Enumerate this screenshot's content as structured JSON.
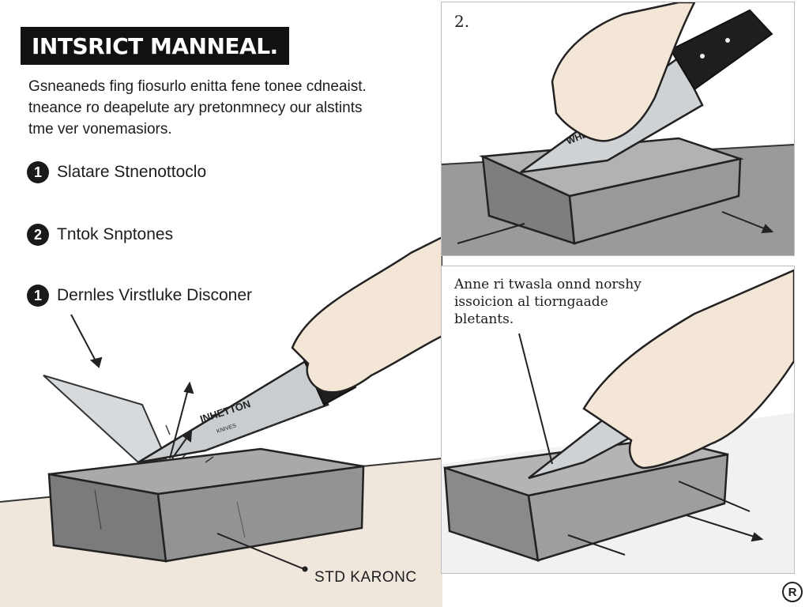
{
  "header": {
    "title": "INTSRICT MANNEAL."
  },
  "intro": {
    "lines": [
      "Gsneaneds fing fiosurlo enitta fene  tonee cdneaist.",
      "tneance ro deapelute ary pretonmnecy our alstints",
      "tme ver vonemasiors."
    ]
  },
  "steps": [
    {
      "number": "1",
      "label": "Slatare Stnenottoclo"
    },
    {
      "number": "2",
      "label": "Tntok Snptones"
    },
    {
      "number": "1",
      "label": "Dernles Virstluke Disconer"
    }
  ],
  "panels": {
    "top": {
      "number": "2.",
      "blade_brand": "WHETTON"
    },
    "bottom": {
      "caption": [
        "Anne ri twasla onnd norshy",
        "issoicion al tiorngaade",
        "bletants."
      ]
    }
  },
  "main": {
    "blade_brand": "INHETTON",
    "blade_sub": "KNIVES",
    "stone_label": "STD KARONC"
  },
  "corner_mark": "R",
  "colors": {
    "ink": "#1d1d1d",
    "title_bg": "#111111",
    "stone_dark": "#6f6f6f",
    "stone_light": "#a9a9a9",
    "blade": "#c9cdd0",
    "handle": "#1e1e1e",
    "skin": "#f4e6d6",
    "table_top": "#8a8a8a"
  }
}
